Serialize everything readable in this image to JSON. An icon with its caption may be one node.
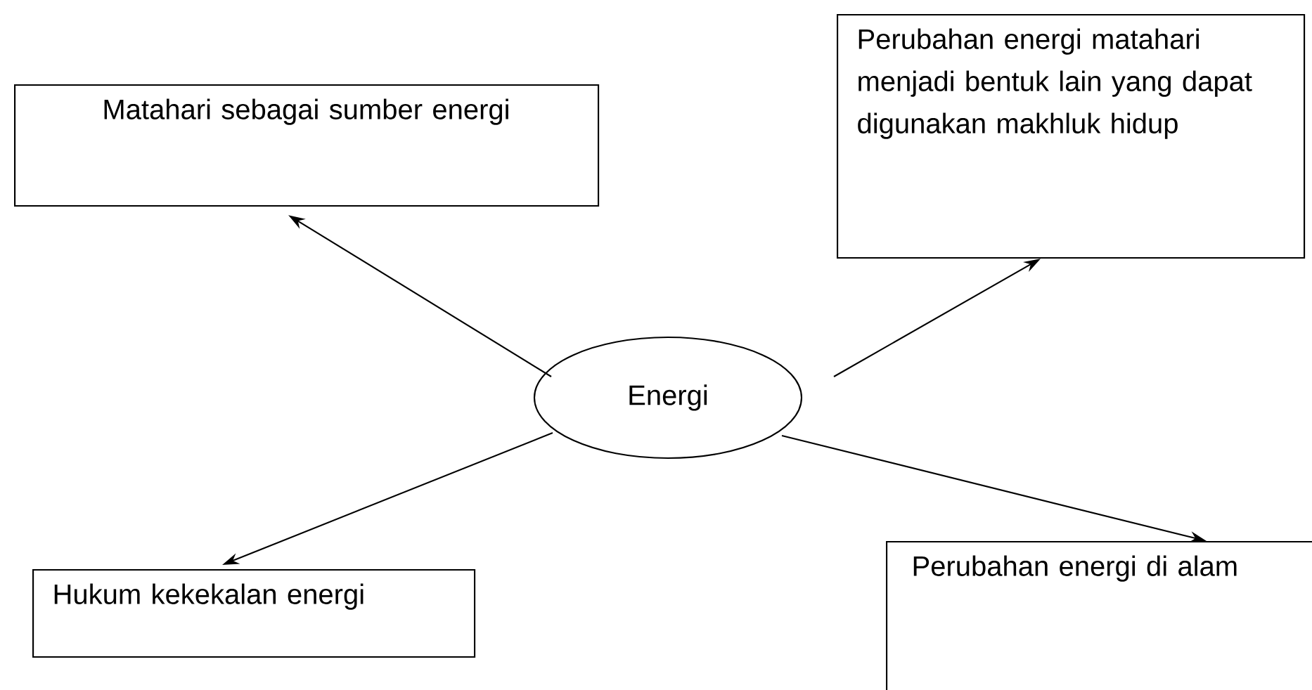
{
  "diagram": {
    "nodes": [
      {
        "text": [
          "Energi"
        ]
      },
      {
        "text": [
          "Matahari sebagai sumber energi"
        ]
      },
      {
        "text": [
          "Perubahan energi matahari menjadi bentuk lain yang dapat digunakan makhluk hidup"
        ]
      },
      {
        "text": [
          "Hukum kekekalan energi"
        ]
      },
      {
        "text": [
          "Perubahan energi di alam"
        ]
      }
    ],
    "edges": [
      {
        "from": 0,
        "to": 1,
        "arrow": "to"
      },
      {
        "from": 0,
        "to": 2,
        "arrow": "to"
      },
      {
        "from": 0,
        "to": 3,
        "arrow": "to"
      },
      {
        "from": 0,
        "to": 4,
        "arrow": "to"
      }
    ]
  }
}
